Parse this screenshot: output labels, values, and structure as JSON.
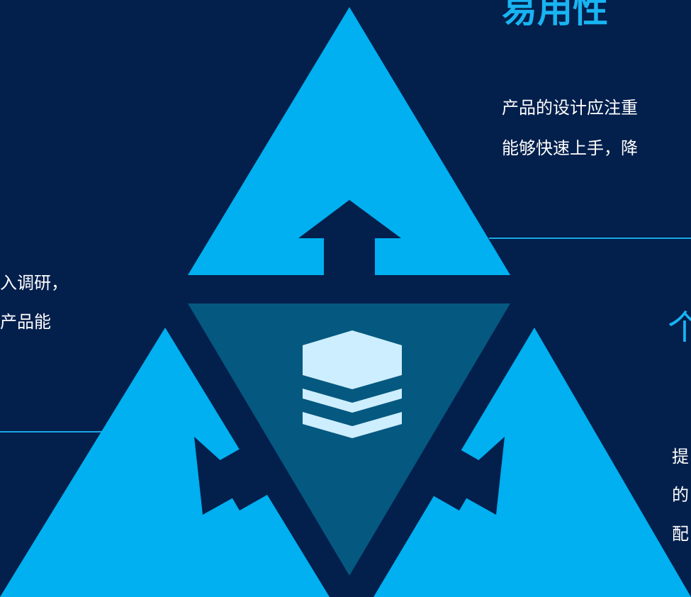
{
  "palette": {
    "background": "#031f4c",
    "triangle": "#00b0f0",
    "center_triangle": "#05587f",
    "arrow": "#031f4c",
    "icon": "#cdeeff",
    "accent_text": "#18b4f2",
    "divider": "#18a8e6",
    "body_text": "#ffffff"
  },
  "center": {
    "icon": "layers-stack-icon"
  },
  "top_section": {
    "heading_fragment": "易用性",
    "lines": [
      "产品的设计应注重",
      "能够快速上手，降"
    ]
  },
  "left_section": {
    "lines": [
      "入调研，",
      "产品能"
    ]
  },
  "right_section": {
    "heading_fragment": "个",
    "line_fragments": [
      "提",
      "的",
      "配"
    ]
  }
}
